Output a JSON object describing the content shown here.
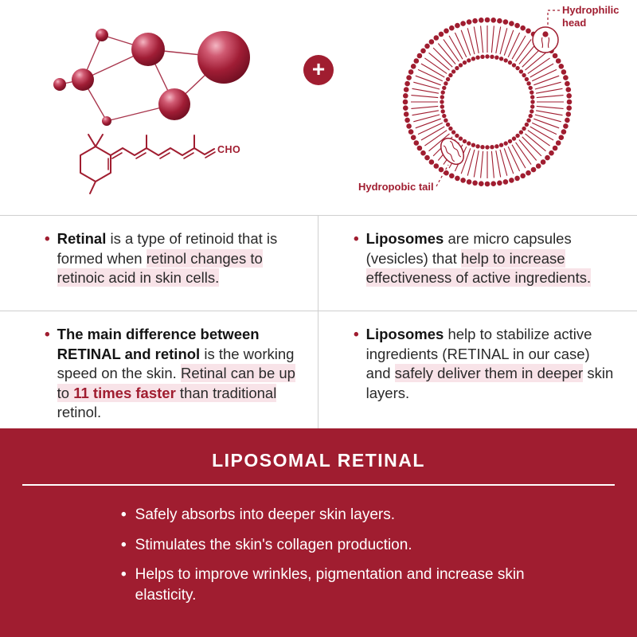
{
  "theme": {
    "accent": "#A01D30",
    "highlight": "#F8E3E8",
    "divider": "#CFCFCF",
    "text_dark": "#1F1F1F"
  },
  "icons": {
    "plus": "+",
    "bullet": "•"
  },
  "top": {
    "cho_label": "CHO",
    "liposome_labels": {
      "head": "Hydrophilic head",
      "tail": "Hydropobic tail"
    }
  },
  "facts": {
    "retinal_definition": [
      {
        "t": "Retinal",
        "c": "b"
      },
      {
        "t": " is a type of retinoid that is formed when ",
        "c": ""
      },
      {
        "t": "retinol changes to retinoic acid in skin cells.",
        "c": "hl"
      }
    ],
    "liposome_definition": [
      {
        "t": "Liposomes",
        "c": "b"
      },
      {
        "t": " are micro capsules (vesicles) that ",
        "c": ""
      },
      {
        "t": "help to increase effectiveness of active ingredients.",
        "c": "hl"
      }
    ],
    "retinal_speed": [
      {
        "t": "The main difference between RETINAL and retinol",
        "c": "b"
      },
      {
        "t": " is the working speed on the skin. ",
        "c": ""
      },
      {
        "t": "Retinal can be up to ",
        "c": "hl"
      },
      {
        "t": "11 times faster",
        "c": "hl rb"
      },
      {
        "t": " than traditional",
        "c": "hl"
      },
      {
        "t": " retinol.",
        "c": ""
      }
    ],
    "liposome_delivery": [
      {
        "t": "Liposomes",
        "c": "b"
      },
      {
        "t": " help to stabilize active ingredients (RETINAL in our case) and ",
        "c": ""
      },
      {
        "t": "safely deliver them in deeper",
        "c": "hl"
      },
      {
        "t": " skin layers.",
        "c": ""
      }
    ]
  },
  "banner": {
    "title": "LIPOSOMAL RETINAL",
    "bullets": [
      "Safely absorbs into deeper skin layers.",
      "Stimulates the skin's collagen production.",
      "Helps to improve wrinkles, pigmentation and increase skin elasticity."
    ]
  }
}
